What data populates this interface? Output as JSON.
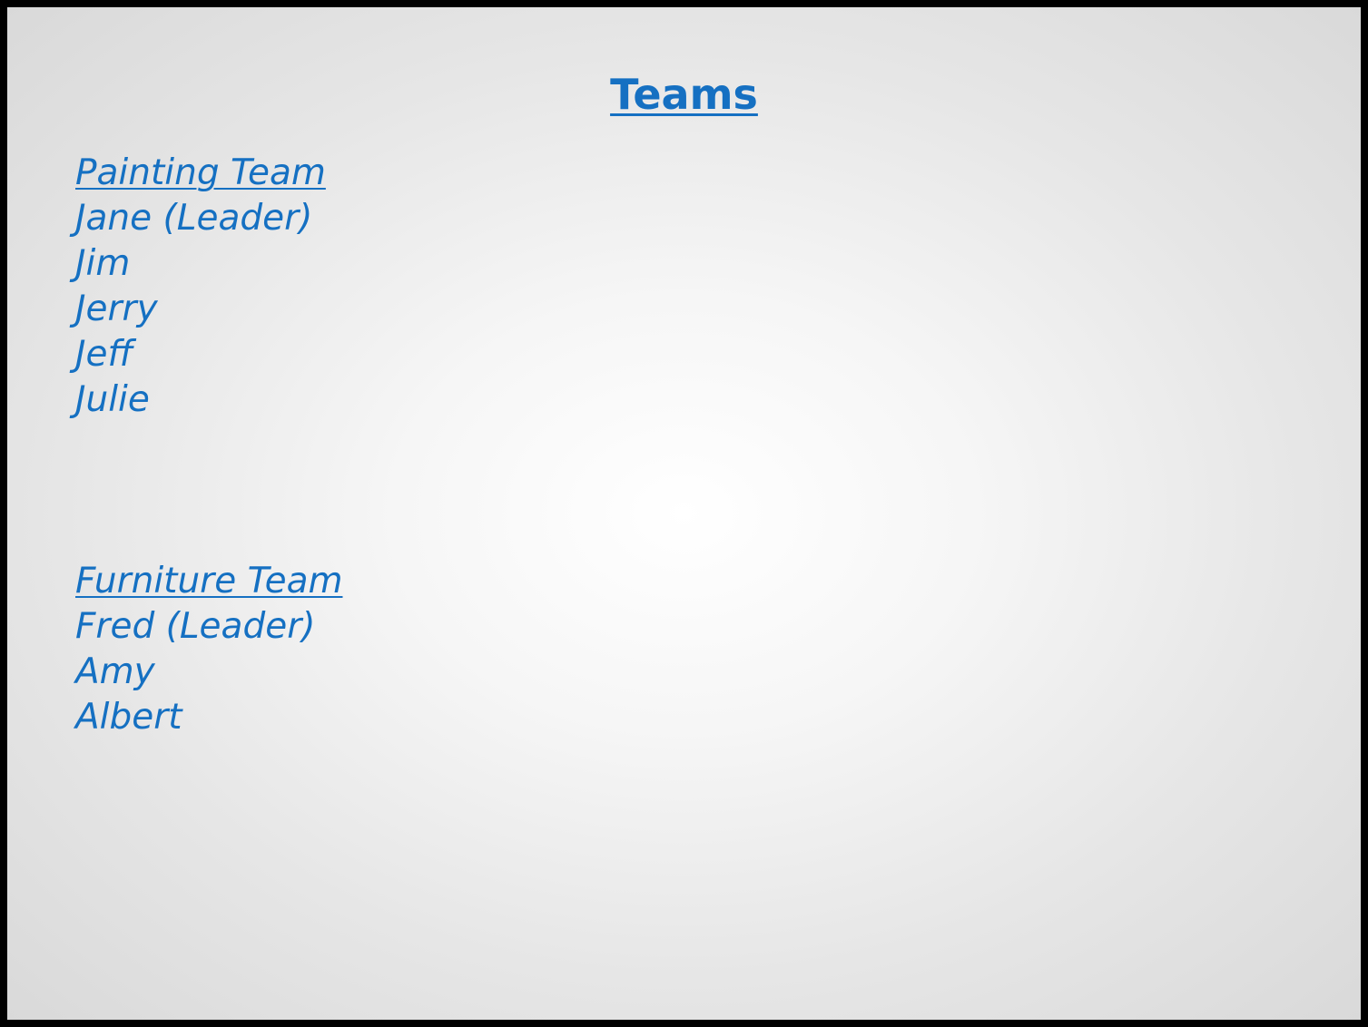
{
  "title": "Teams",
  "teams": [
    {
      "name": "Painting Team",
      "members": [
        "Jane (Leader)",
        "Jim",
        "Jerry",
        "Jeff",
        "Julie"
      ]
    },
    {
      "name": "Furniture Team",
      "members": [
        "Fred (Leader)",
        "Amy",
        "Albert"
      ]
    }
  ]
}
